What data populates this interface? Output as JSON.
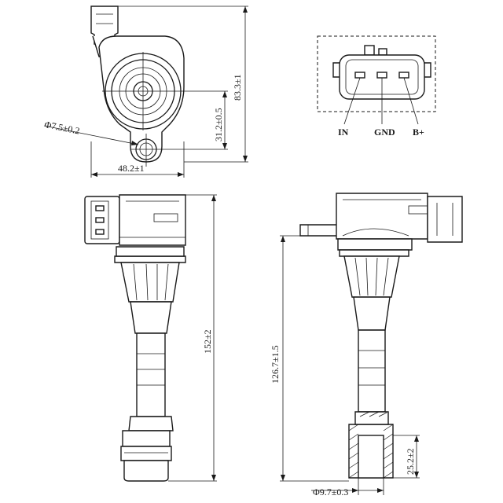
{
  "dimensions": {
    "hole_diameter": "Φ7.5±0.2",
    "width": "48.2±1",
    "top_height": "83.3±1",
    "boss_height": "31.2±0.5",
    "total_length": "152±2",
    "side_length": "126.7±1.5",
    "boot_length": "25.2±2",
    "tip_diameter": "Φ9.7±0.3"
  },
  "connector": {
    "pins": [
      "IN",
      "GND",
      "B+"
    ]
  }
}
